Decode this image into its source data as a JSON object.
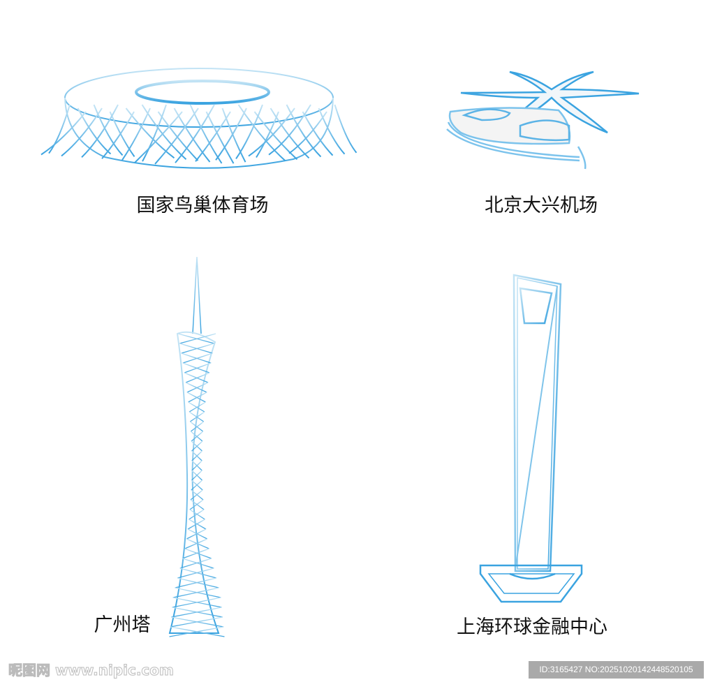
{
  "landmarks": [
    {
      "name": "国家鸟巢体育场"
    },
    {
      "name": "北京大兴机场"
    },
    {
      "name": "广州塔"
    },
    {
      "name": "上海环球金融中心"
    }
  ],
  "watermark": {
    "text": "昵图网 www.nipic.com"
  },
  "image_id": {
    "text": "ID:3165427 NO:20251020142448520105"
  },
  "colors": {
    "line_dark": "#3aa3e0",
    "line_light": "#b8def3"
  }
}
